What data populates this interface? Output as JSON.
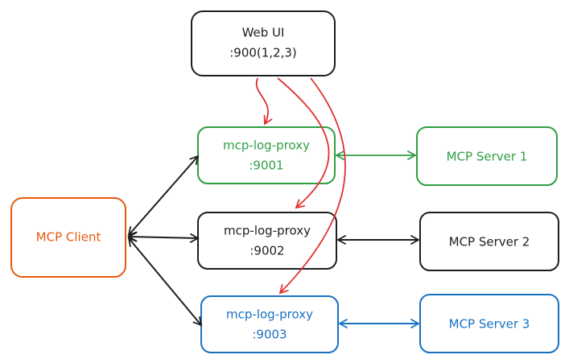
{
  "colors": {
    "black": "#1e1e1e",
    "green": "#2f9e44",
    "blue": "#1971c2",
    "orange": "#e8590c",
    "red": "#e03131",
    "white": "#ffffff"
  },
  "nodes": {
    "web_ui": {
      "line1": "Web UI",
      "line2": ":900(1,2,3)"
    },
    "mcp_client": {
      "label": "MCP Client"
    },
    "proxy_1": {
      "line1": "mcp-log-proxy",
      "line2": ":9001"
    },
    "proxy_2": {
      "line1": "mcp-log-proxy",
      "line2": ":9002"
    },
    "proxy_3": {
      "line1": "mcp-log-proxy",
      "line2": ":9003"
    },
    "server_1": {
      "label": "MCP Server 1"
    },
    "server_2": {
      "label": "MCP Server 2"
    },
    "server_3": {
      "label": "MCP Server 3"
    }
  }
}
